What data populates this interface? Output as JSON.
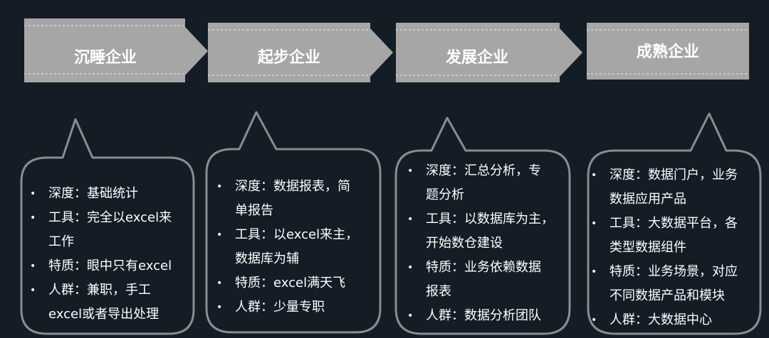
{
  "stages": [
    {
      "label": "沉睡企业",
      "bullets": [
        [
          "深度：基础统计"
        ],
        [
          "工具：完全以excel来",
          "工作"
        ],
        [
          "特质：眼中只有excel"
        ],
        [
          "人群：兼职，手工",
          "excel或者导出处理"
        ]
      ]
    },
    {
      "label": "起步企业",
      "bullets": [
        [
          "深度：数据报表，简",
          "单报告"
        ],
        [
          "工具：以excel来主，",
          "数据库为辅"
        ],
        [
          "特质：excel满天飞"
        ],
        [
          "人群：少量专职"
        ]
      ]
    },
    {
      "label": "发展企业",
      "bullets": [
        [
          "深度：汇总分析，专",
          "题分析"
        ],
        [
          "工具：以数据库为主，",
          "开始数仓建设"
        ],
        [
          "特质：业务依赖数据",
          "报表"
        ],
        [
          "人群：数据分析团队"
        ]
      ]
    },
    {
      "label": "成熟企业",
      "bullets": [
        [
          "深度：数据门户，业务",
          "数据应用产品"
        ],
        [
          "工具：大数据平台，各",
          "类型数据组件"
        ],
        [
          "特质：业务场景，对应",
          "不同数据产品和模块"
        ],
        [
          "人群：大数据中心"
        ]
      ]
    }
  ],
  "colors": {
    "background": "#141c26",
    "chevron_fill": "#a6a6a6",
    "callout_stroke": "#8c8c8c",
    "text": "#ffffff"
  }
}
